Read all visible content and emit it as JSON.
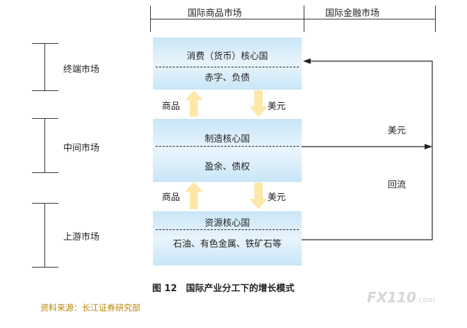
{
  "headers": {
    "commodity_market": "国际商品市场",
    "financial_market": "国际金融市场"
  },
  "markets": {
    "terminal": "终端市场",
    "intermediate": "中间市场",
    "upstream": "上游市场"
  },
  "boxes": {
    "consumption": {
      "top": "消费（货币）核心国",
      "bottom": "赤字、负债"
    },
    "manufacturing": {
      "top": "制造核心国",
      "bottom": "盈余、债权"
    },
    "resource": {
      "top": "资源核心国",
      "bottom": "石油、有色金属、铁矿石等"
    }
  },
  "flows": {
    "goods_upper": "商品",
    "usd_upper": "美元",
    "goods_lower": "商品",
    "usd_lower": "美元",
    "usd_right": "美元",
    "reflow": "回流"
  },
  "caption": "图 12　国际产业分工下的增长模式",
  "source": "资料来源：长江证券研究部",
  "watermark": "FX110",
  "watermark_domain": ".com",
  "colors": {
    "box_fill": "#c9e6f7",
    "arrow_fill": "#fde7a8",
    "source_text": "#b8860b"
  }
}
